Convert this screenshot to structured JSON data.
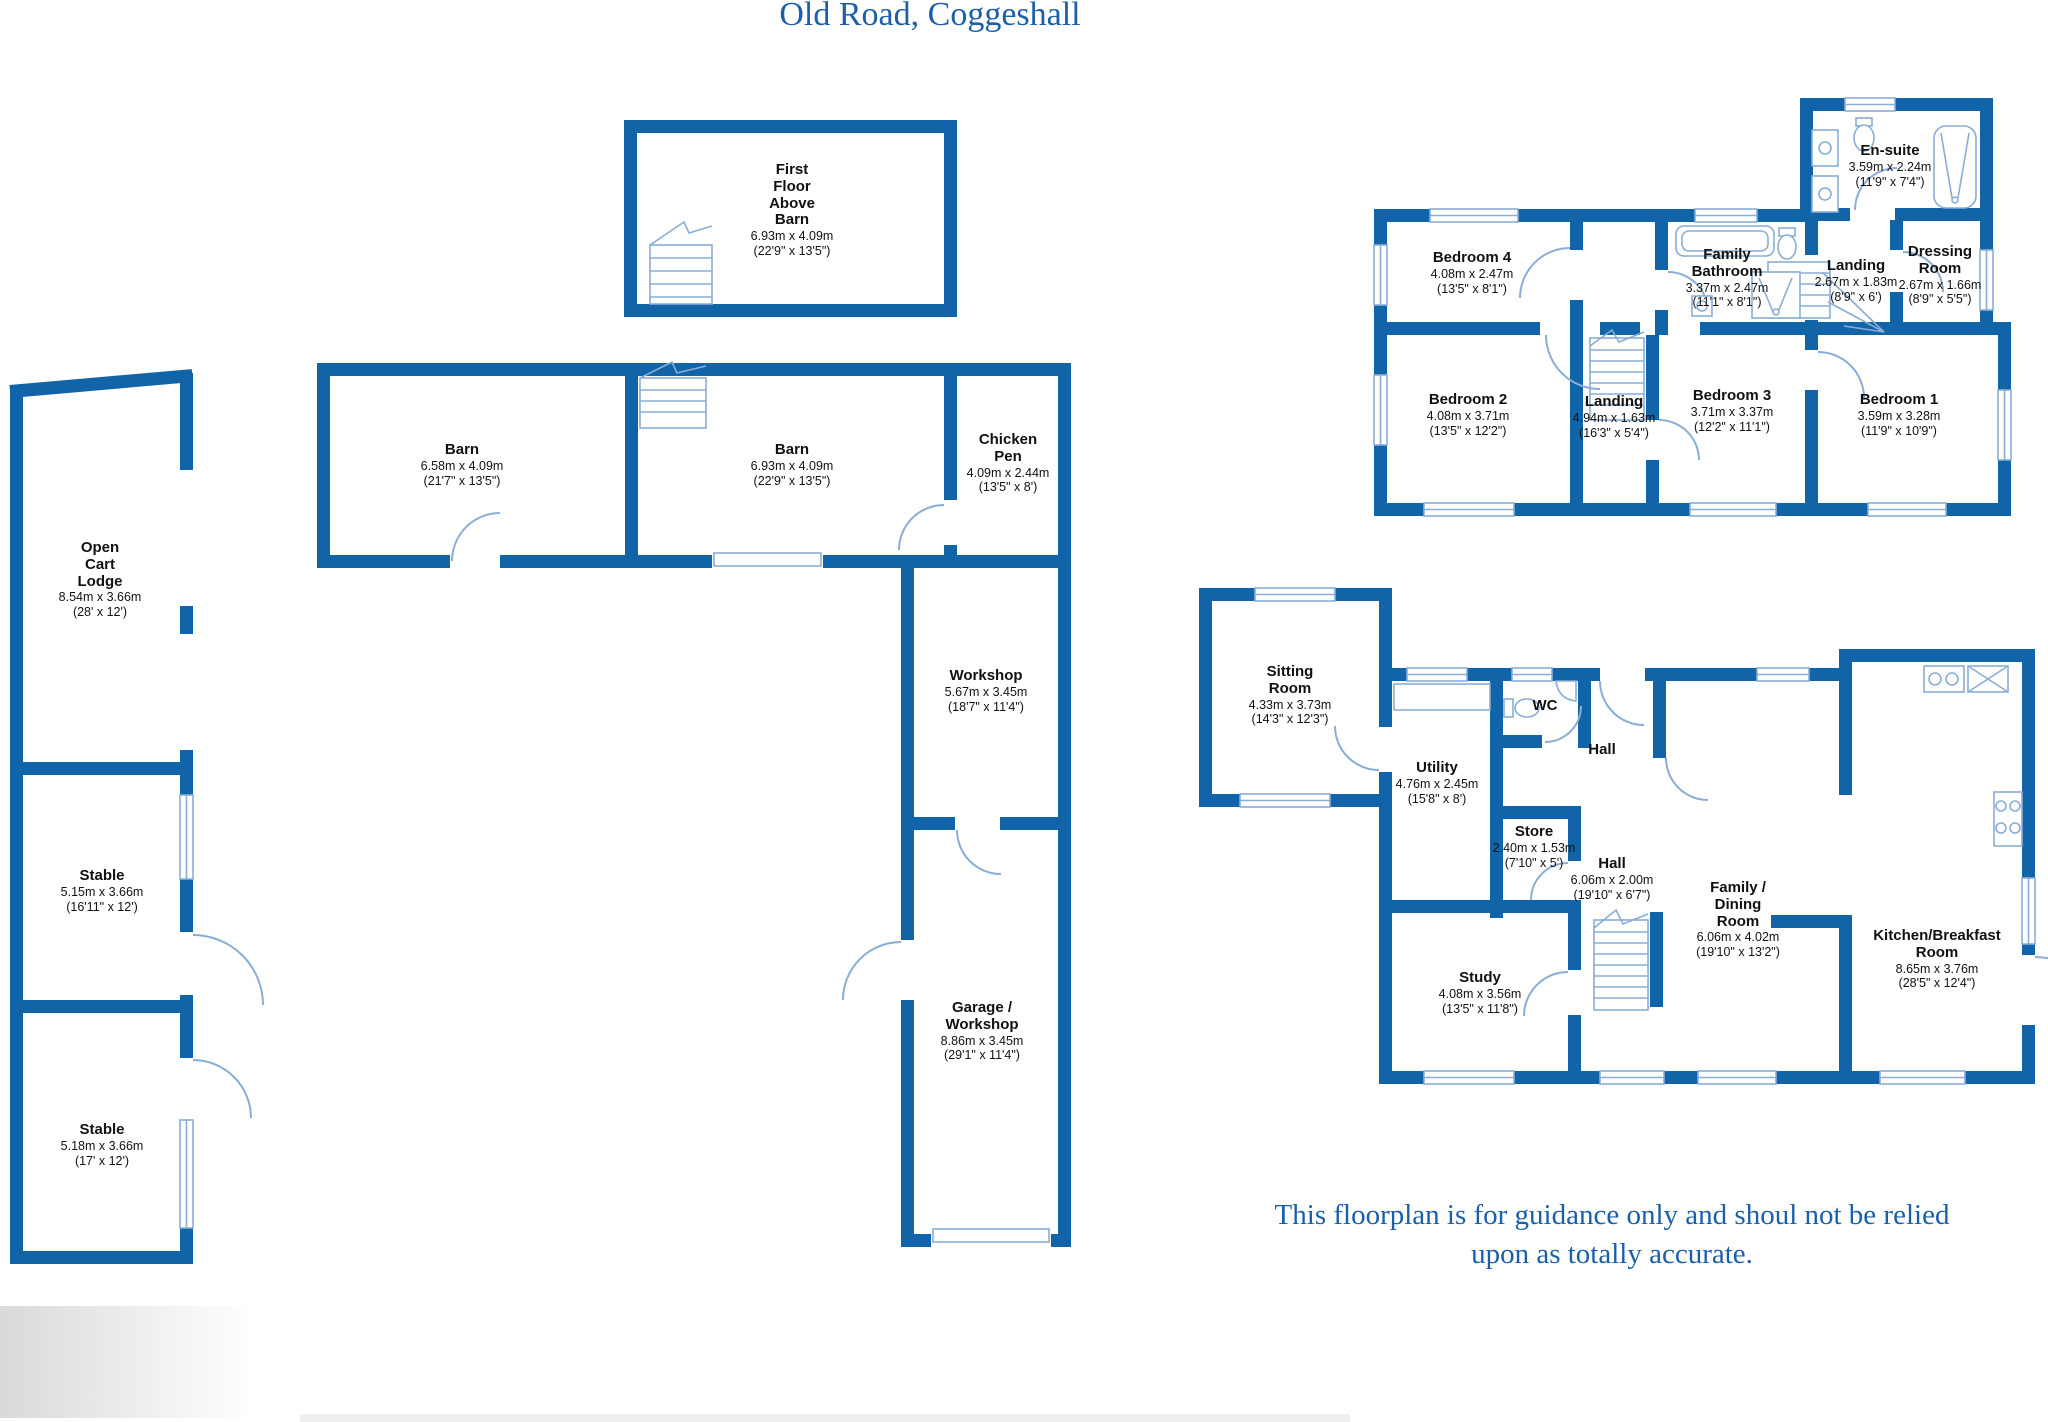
{
  "title": "Old Road, Coggeshall",
  "disclaimer": {
    "line1": "This floorplan is for guidance only and shoul not be relied",
    "line2": "upon as totally accurate."
  },
  "colors": {
    "wall": "#1164a8",
    "thin_lines": "#8aadd6",
    "heading_text": "#1b5fa9",
    "label_text": "#111111"
  },
  "rooms": {
    "open_cart_lodge": {
      "name": "Open Cart Lodge",
      "metric": "8.54m x 3.66m",
      "imperial": "(28' x 12')"
    },
    "stable1": {
      "name": "Stable",
      "metric": "5.15m x 3.66m",
      "imperial": "(16'11\" x 12')"
    },
    "stable2": {
      "name": "Stable",
      "metric": "5.18m x 3.66m",
      "imperial": "(17' x 12')"
    },
    "ff_above_barn": {
      "name": "First Floor Above Barn",
      "metric": "6.93m x 4.09m",
      "imperial": "(22'9\" x 13'5\")"
    },
    "barn1": {
      "name": "Barn",
      "metric": "6.58m x 4.09m",
      "imperial": "(21'7\" x 13'5\")"
    },
    "barn2": {
      "name": "Barn",
      "metric": "6.93m x 4.09m",
      "imperial": "(22'9\" x 13'5\")"
    },
    "chicken_pen": {
      "name": "Chicken Pen",
      "metric": "4.09m x 2.44m",
      "imperial": "(13'5\" x 8')"
    },
    "workshop": {
      "name": "Workshop",
      "metric": "5.67m x 3.45m",
      "imperial": "(18'7\" x 11'4\")"
    },
    "garage": {
      "name": "Garage / Workshop",
      "metric": "8.86m x 3.45m",
      "imperial": "(29'1\" x 11'4\")"
    },
    "bedroom4": {
      "name": "Bedroom 4",
      "metric": "4.08m x 2.47m",
      "imperial": "(13'5\" x 8'1\")"
    },
    "family_bathroom": {
      "name": "Family Bathroom",
      "metric": "3.37m x 2.47m",
      "imperial": "(11'1\" x 8'1\")"
    },
    "ensuite": {
      "name": "En-suite",
      "metric": "3.59m x 2.24m",
      "imperial": "(11'9\" x 7'4\")"
    },
    "landing_top": {
      "name": "Landing",
      "metric": "2.67m x 1.83m",
      "imperial": "(8'9\" x 6')"
    },
    "dressing": {
      "name": "Dressing Room",
      "metric": "2.67m x 1.66m",
      "imperial": "(8'9\" x 5'5\")"
    },
    "bedroom2": {
      "name": "Bedroom 2",
      "metric": "4.08m x 3.71m",
      "imperial": "(13'5\" x 12'2\")"
    },
    "landing_ff": {
      "name": "Landing",
      "metric": "4.94m x 1.63m",
      "imperial": "(16'3\" x 5'4\")"
    },
    "bedroom3": {
      "name": "Bedroom 3",
      "metric": "3.71m x 3.37m",
      "imperial": "(12'2\" x 11'1\")"
    },
    "bedroom1": {
      "name": "Bedroom 1",
      "metric": "3.59m x 3.28m",
      "imperial": "(11'9\" x 10'9\")"
    },
    "sitting": {
      "name": "Sitting Room",
      "metric": "4.33m x 3.73m",
      "imperial": "(14'3\" x 12'3\")"
    },
    "utility": {
      "name": "Utility",
      "metric": "4.76m x 2.45m",
      "imperial": "(15'8\" x 8')"
    },
    "wc": {
      "name": "WC"
    },
    "hall_upper": {
      "name": "Hall"
    },
    "store": {
      "name": "Store",
      "metric": "2.40m x 1.53m",
      "imperial": "(7'10\" x 5')"
    },
    "hall": {
      "name": "Hall",
      "metric": "6.06m x 2.00m",
      "imperial": "(19'10\" x 6'7\")"
    },
    "study": {
      "name": "Study",
      "metric": "4.08m x 3.56m",
      "imperial": "(13'5\" x 11'8\")"
    },
    "family_dining": {
      "name": "Family / Dining Room",
      "metric": "6.06m x 4.02m",
      "imperial": "(19'10\" x 13'2\")"
    },
    "kitchen": {
      "name": "Kitchen/Breakfast Room",
      "metric": "8.65m x 3.76m",
      "imperial": "(28'5\" x 12'4\")"
    }
  }
}
